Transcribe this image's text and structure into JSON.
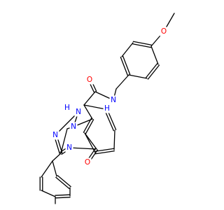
{
  "colors": {
    "bond": "#000000",
    "carbon": "#000000",
    "oxygen": "#ff0000",
    "nitrogen": "#0000ff"
  },
  "molecule": {
    "atom_labels": [
      {
        "id": "o-methoxy",
        "text": "O",
        "element": "O"
      },
      {
        "id": "n-amide",
        "text": "N",
        "element": "N"
      },
      {
        "id": "h-amide",
        "text": "H",
        "element": "N"
      },
      {
        "id": "o-amide",
        "text": "O",
        "element": "O"
      },
      {
        "id": "n-ring-h",
        "text": "N",
        "element": "N"
      },
      {
        "id": "h-ring",
        "text": "H",
        "element": "N"
      },
      {
        "id": "n-bridge",
        "text": "N",
        "element": "N"
      },
      {
        "id": "n-triazole",
        "text": "N",
        "element": "N"
      },
      {
        "id": "n-ring",
        "text": "N",
        "element": "N"
      },
      {
        "id": "o-keto",
        "text": "O",
        "element": "O"
      }
    ]
  }
}
